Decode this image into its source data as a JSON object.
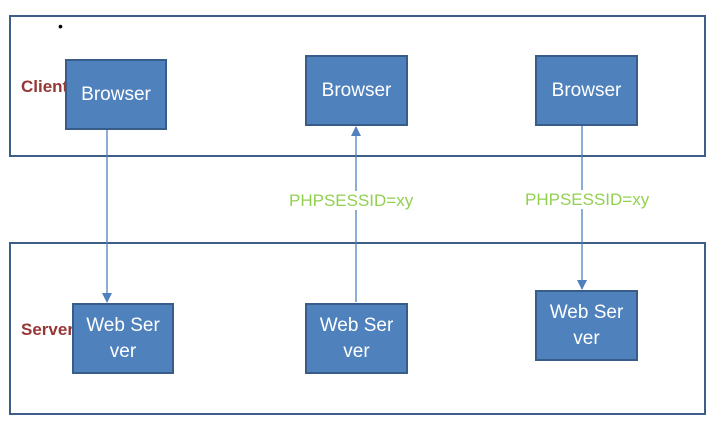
{
  "bullet": "•",
  "client_label": "Clients",
  "server_label": "Server",
  "browsers": [
    "Browser",
    "Browser",
    "Browser"
  ],
  "servers": [
    "Web Server",
    "Web Server",
    "Web Server"
  ],
  "cookie_labels": [
    "PHPSESSID=xy",
    "PHPSESSID=xy"
  ],
  "colors": {
    "box_fill": "#4f81bd",
    "box_border": "#385d8a",
    "region_border": "#3d5f87",
    "zone_label": "#953735",
    "cookie_text": "#92d050",
    "arrow": "#4f81bd"
  }
}
